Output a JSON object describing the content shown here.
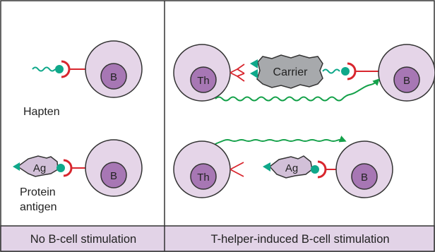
{
  "left_panel": {
    "hapten_label": "Hapten",
    "protein_label_line1": "Protein",
    "protein_label_line2": "antigen",
    "ag_label": "Ag",
    "b_label": "B",
    "footer": "No B-cell stimulation"
  },
  "right_panel": {
    "carrier_label": "Carrier",
    "th_label": "Th",
    "b_label": "B",
    "ag_label": "Ag",
    "footer": "T-helper-induced B-cell stimulation"
  },
  "colors": {
    "cell_fill": "#e5d5e8",
    "nucleus_fill": "#a777b4",
    "receptor": "#d8262e",
    "hapten_teal": "#0fa88a",
    "signal_green": "#14a14a",
    "carrier_fill": "#a7a9ac",
    "ag_fill": "#d2c0d8",
    "footer_bg": "#e2d3e7",
    "border": "#333333"
  }
}
